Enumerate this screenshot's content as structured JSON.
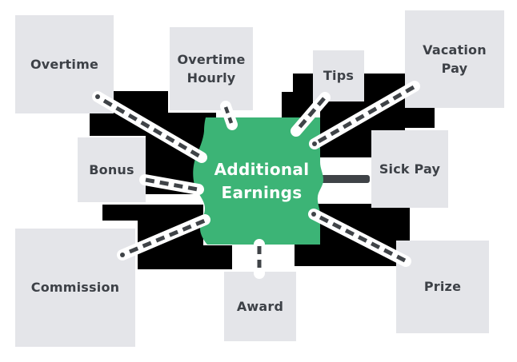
{
  "diagram": {
    "center": {
      "label": "Additional Earnings",
      "line1": "Additional",
      "line2": "Earnings"
    },
    "nodes": [
      {
        "id": "overtime",
        "label": "Overtime"
      },
      {
        "id": "overtime-hourly",
        "label": "Overtime Hourly"
      },
      {
        "id": "tips",
        "label": "Tips"
      },
      {
        "id": "vacation-pay",
        "label": "Vacation Pay"
      },
      {
        "id": "bonus",
        "label": "Bonus"
      },
      {
        "id": "sick-pay",
        "label": "Sick Pay"
      },
      {
        "id": "commission",
        "label": "Commission"
      },
      {
        "id": "award",
        "label": "Award"
      },
      {
        "id": "prize",
        "label": "Prize"
      }
    ]
  },
  "colors": {
    "canvas_bg": "#ffffff",
    "node_bg": "#e4e5e9",
    "node_text": "#3d4147",
    "green": "#3cb476",
    "center_text": "#ffffff",
    "connector": "#3f4347",
    "shadow": "#000000"
  }
}
